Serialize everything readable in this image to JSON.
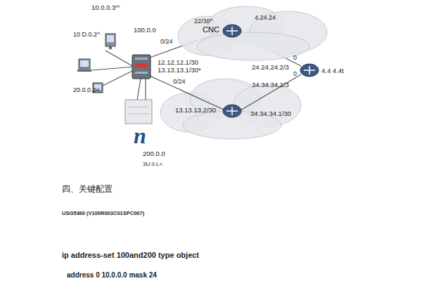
{
  "diagram": {
    "nodes": [
      {
        "text": [
          "CNC"
        ]
      }
    ],
    "labels": [
      "10.0.0.3^'",
      "10 D.0.2^",
      "20.0.0.2<",
      "100.0.0",
      "0/24",
      "12.12.12.1/30",
      "13.13.13.1/30*",
      "0/24",
      "n",
      "200.0.0",
      "3U.0.L<",
      "22/30^",
      "4.24.24",
      "0",
      "24.24.24.2/3",
      "0",
      "4.4 4.4t",
      "34.34.34.2/3",
      "13.13.13.2/30",
      "34.34.34.1/30",
      "四、关键配置",
      "USG5360 (V100R003C01SPC007)",
      "ip address-set 100and200 type object",
      "address 0 10.0.0.0 mask 24"
    ]
  }
}
